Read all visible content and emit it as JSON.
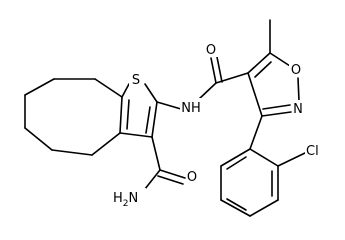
{
  "diagram": {
    "type": "chemical-structure",
    "bond_color": "#000000",
    "background": "#ffffff",
    "atom_labels": {
      "thiophene_sulfur": "S",
      "amide_oxygen_top": "O",
      "nh": "NH",
      "isoxazole_oxygen": "O",
      "isoxazole_nitrogen": "N",
      "amine": "H",
      "amine_sub": "2",
      "amine_n": "N",
      "amide_oxygen_bottom": "O",
      "chlorine": "Cl"
    }
  }
}
